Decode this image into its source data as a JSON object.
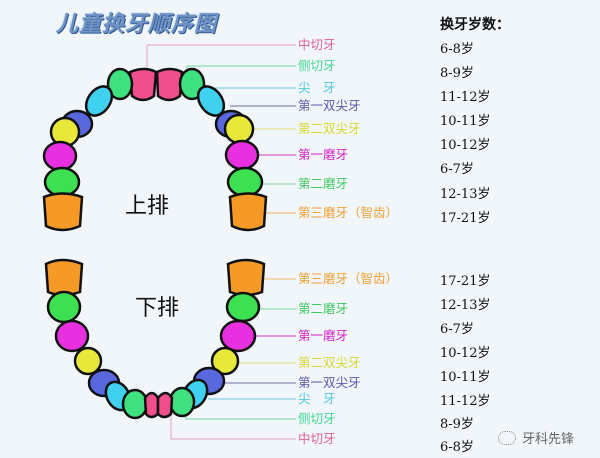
{
  "title": "儿童换牙顺序图",
  "age_header": "换牙岁数：",
  "upper": {
    "label": "上排",
    "teeth": [
      {
        "name": "中切牙",
        "age": "6-8岁",
        "color": "#e0407a"
      },
      {
        "name": "侧切牙",
        "age": "8-9岁",
        "color": "#3fd67e"
      },
      {
        "name": "尖　牙",
        "age": "11-12岁",
        "color": "#3ec8e6"
      },
      {
        "name": "第一双尖牙",
        "age": "10-11岁",
        "color": "#5865d8"
      },
      {
        "name": "第二双尖牙",
        "age": "10-12岁",
        "color": "#dede2a"
      },
      {
        "name": "第一磨牙",
        "age": "6-7岁",
        "color": "#e022d8"
      },
      {
        "name": "第二磨牙",
        "age": "12-13岁",
        "color": "#3ad64e"
      },
      {
        "name": "第三磨牙（智齿）",
        "age": "17-21岁",
        "color": "#f39a26"
      }
    ]
  },
  "lower": {
    "label": "下排",
    "teeth": [
      {
        "name": "第三磨牙（智齿）",
        "age": "17-21岁",
        "color": "#f39a26"
      },
      {
        "name": "第二磨牙",
        "age": "12-13岁",
        "color": "#3ad64e"
      },
      {
        "name": "第一磨牙",
        "age": "6-7岁",
        "color": "#e022d8"
      },
      {
        "name": "第二双尖牙",
        "age": "10-12岁",
        "color": "#dede2a"
      },
      {
        "name": "第一双尖牙",
        "age": "10-11岁",
        "color": "#5865d8"
      },
      {
        "name": "尖　牙",
        "age": "11-12岁",
        "color": "#3ec8e6"
      },
      {
        "name": "侧切牙",
        "age": "8-9岁",
        "color": "#3fd67e"
      },
      {
        "name": "中切牙",
        "age": "6-8岁",
        "color": "#e0407a"
      }
    ]
  },
  "label_colors": {
    "中切牙": "#e0609a",
    "侧切牙": "#40d890",
    "尖牙": "#50c8e0",
    "第一双尖牙": "#5a5ab0",
    "第二双尖牙": "#e8e840",
    "第一磨牙": "#d820c8",
    "第二磨牙": "#40c860",
    "第三磨牙": "#f0a030"
  },
  "watermark": "牙科先锋"
}
